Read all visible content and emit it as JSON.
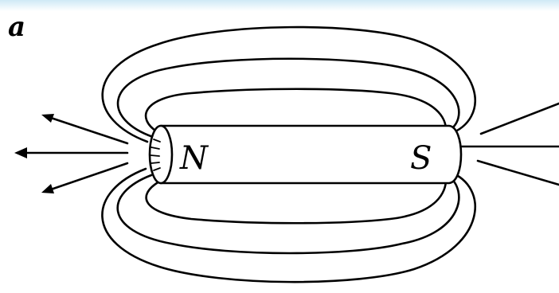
{
  "figure": {
    "panel_label": "a",
    "north_label": "N",
    "south_label": "S",
    "line_color": "#000000",
    "background": "#ffffff"
  }
}
